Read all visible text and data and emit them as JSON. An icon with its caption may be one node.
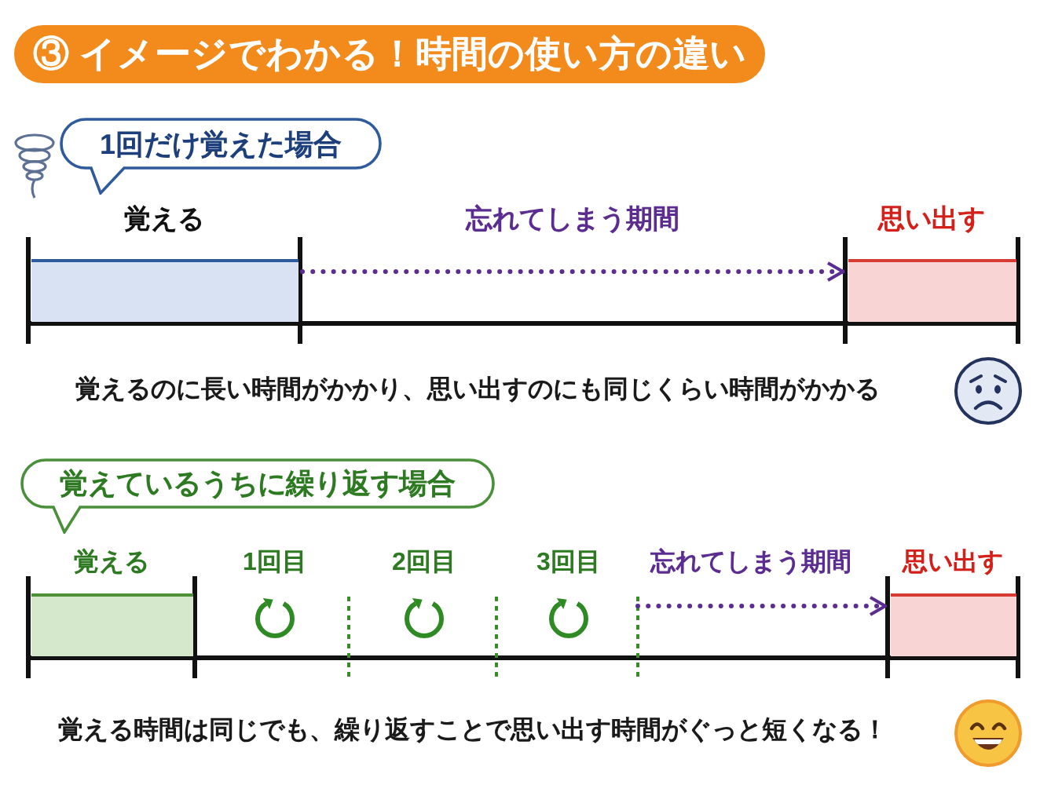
{
  "diagram": {
    "title": "③ イメージでわかる！時間の使い方の違い",
    "nodes": [
      {
        "text": [
          "1回だけ覚えた場合"
        ]
      },
      {
        "text": [
          "覚える"
        ]
      },
      {
        "text": [
          "思い出す"
        ]
      },
      {
        "text": [
          "覚えているうちに繰り返す場合"
        ]
      },
      {
        "text": [
          "覚える"
        ]
      },
      {
        "text": [
          "思い出す"
        ]
      }
    ],
    "edges": [
      {
        "from": 1,
        "to": 2,
        "arrow": "to",
        "label": "忘れてしまう期間",
        "style": "dashed",
        "color": "#5b2d90"
      },
      {
        "from": null,
        "to": 5,
        "arrow": "to",
        "label": "忘れてしまう期間",
        "style": "dashed",
        "color": "#5b2d90"
      }
    ],
    "labels": [
      "覚えるのに長い時間がかかり、思い出すのにも同じくらい時間がかかる",
      "1回目",
      "2回目",
      "3回目",
      "覚える時間は同じでも、繰り返すことで思い出す時間がぐっと短くなる！"
    ]
  }
}
